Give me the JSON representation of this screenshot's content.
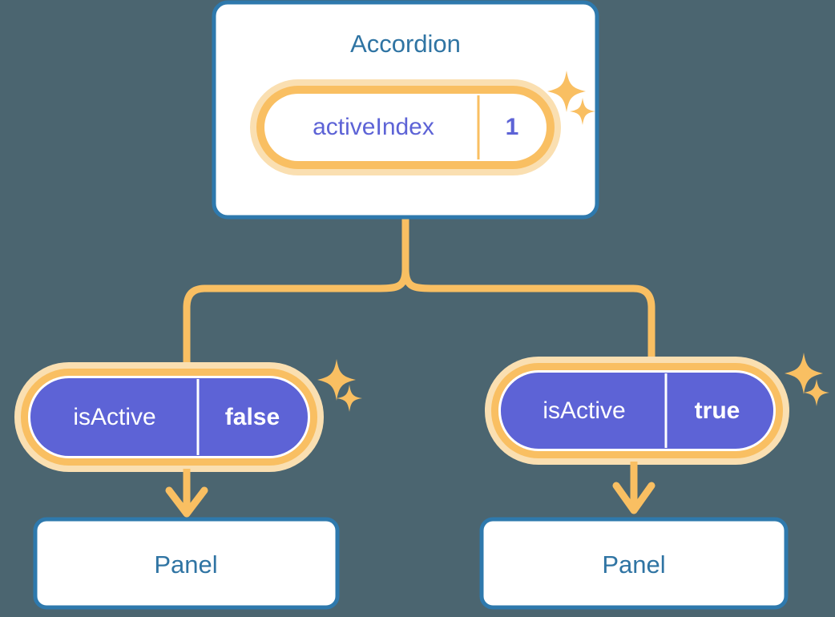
{
  "diagram": {
    "title_semantic": "react-state-propagation-tree",
    "background_color": "#4b6570"
  },
  "palette": {
    "background": "#4b6570",
    "card_border": "#2e79ad",
    "card_fill": "#ffffff",
    "title_text": "#2f74a3",
    "pill_ring_outer": "#fadfb1",
    "pill_ring_inner": "#f9bf62",
    "pill_fill_light": "#ffffff",
    "pill_fill_purple": "#5d63d6",
    "pill_text_purple": "#5d63d6",
    "pill_text_white": "#ffffff",
    "connector": "#f9bf62",
    "sparkle": "#f9bf62"
  },
  "root_node": {
    "label": "Accordion",
    "pill": {
      "key": "activeIndex",
      "value": "1",
      "style": "light",
      "highlighted": true
    },
    "sparkles": [
      {
        "name": "sparkle-large",
        "size": "large"
      },
      {
        "name": "sparkle-small",
        "size": "small"
      }
    ]
  },
  "branches": [
    {
      "side": "left",
      "pill": {
        "key": "isActive",
        "value": "false",
        "style": "purple",
        "highlighted": true
      },
      "sparkles": [
        {
          "name": "sparkle-large",
          "size": "large"
        },
        {
          "name": "sparkle-small",
          "size": "small"
        }
      ],
      "child": {
        "label": "Panel"
      }
    },
    {
      "side": "right",
      "pill": {
        "key": "isActive",
        "value": "true",
        "style": "purple",
        "highlighted": true
      },
      "sparkles": [
        {
          "name": "sparkle-large",
          "size": "large"
        },
        {
          "name": "sparkle-small",
          "size": "small"
        }
      ],
      "child": {
        "label": "Panel"
      }
    }
  ]
}
